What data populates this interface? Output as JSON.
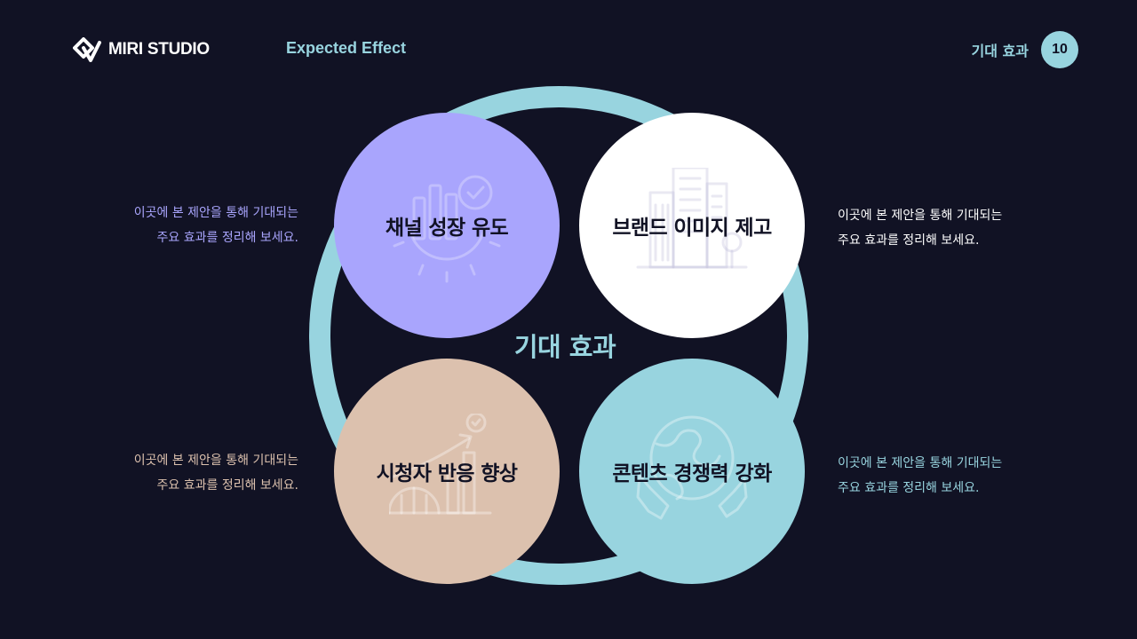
{
  "header": {
    "logo_text": "MIRI STUDIO",
    "section_title": "Expected Effect",
    "section_title_kr": "기대 효과",
    "page_number": "10"
  },
  "center": {
    "title": "기대 효과"
  },
  "items": [
    {
      "label": "채널 성장 유도",
      "desc_line1": "이곳에 본 제안을 통해 기대되는",
      "desc_line2": "주요 효과를 정리해 보세요.",
      "icon": "gear-growth-chart-icon",
      "color": "#a9a5fd"
    },
    {
      "label": "브랜드 이미지 제고",
      "desc_line1": "이곳에 본 제안을 통해 기대되는",
      "desc_line2": "주요 효과를 정리해 보세요.",
      "icon": "city-buildings-icon",
      "color": "#ffffff"
    },
    {
      "label": "시청자 반응 향상",
      "desc_line1": "이곳에 본 제안을 통해 기대되는",
      "desc_line2": "주요 효과를 정리해 보세요.",
      "icon": "audience-growth-chart-icon",
      "color": "#dcc1ae"
    },
    {
      "label": "콘텐츠 경쟁력 강화",
      "desc_line1": "이곳에 본 제안을 통해 기대되는",
      "desc_line2": "주요 효과를 정리해 보세요.",
      "icon": "globe-hands-icon",
      "color": "#98d4df"
    }
  ],
  "colors": {
    "background": "#111224",
    "accent": "#98d4df",
    "purple": "#a9a5fd",
    "beige": "#dcc1ae",
    "white": "#ffffff"
  }
}
